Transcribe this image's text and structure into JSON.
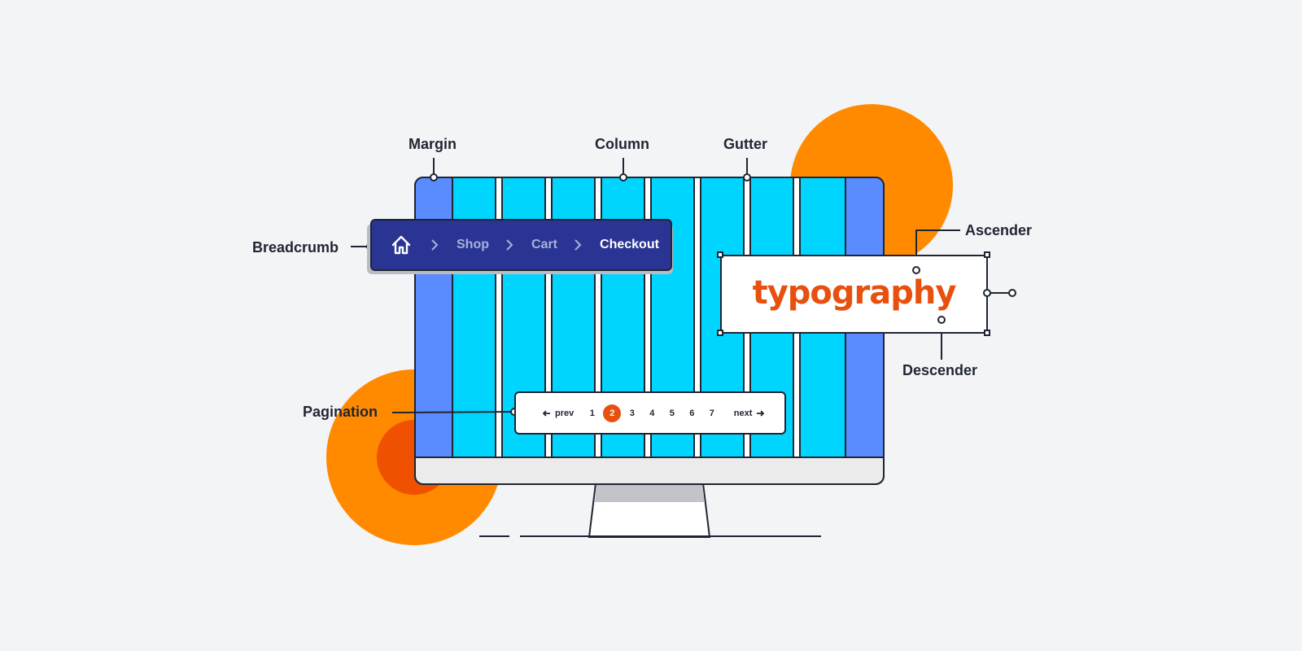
{
  "labels": {
    "margin": "Margin",
    "column": "Column",
    "gutter": "Gutter",
    "breadcrumb": "Breadcrumb",
    "pagination": "Pagination",
    "ascender": "Ascender",
    "descender": "Descender"
  },
  "breadcrumb": {
    "icon": "home-icon",
    "items": [
      "Shop",
      "Cart",
      "Checkout"
    ]
  },
  "pagination": {
    "prev": "prev",
    "next": "next",
    "pages": [
      "1",
      "2",
      "3",
      "4",
      "5",
      "6",
      "7"
    ],
    "current": "2"
  },
  "typography_word": "typography",
  "colors": {
    "background": "#f3f4f6",
    "orange": "#ff8a00",
    "orange_dark": "#f05100",
    "column_cyan": "#00d5ff",
    "margin_blue": "#5b8cff",
    "breadcrumb_navy": "#2a3593",
    "outline": "#1f2533",
    "accent_text": "#e8500f"
  }
}
